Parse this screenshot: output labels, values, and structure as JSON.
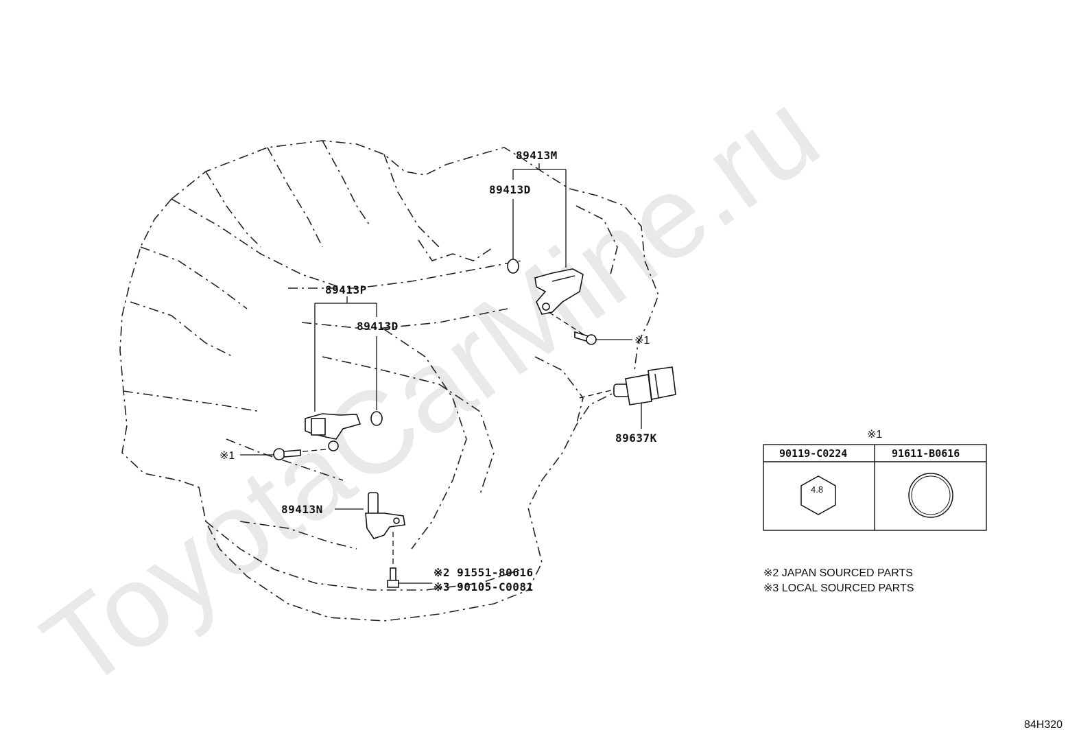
{
  "watermark": "ToyotaCarMine.ru",
  "diagram_code": "84H320",
  "callouts": {
    "p89413M": "89413M",
    "p89413D_top": "89413D",
    "p89413P": "89413P",
    "p89413D_mid": "89413D",
    "p89413N": "89413N",
    "p89637K": "89637K",
    "bolt_note_left": "※1",
    "bolt_note_right": "※1",
    "bolt_japan": "※2 91551-80616",
    "bolt_local": "※3 90105-C0081"
  },
  "reference_table": {
    "title": "※1",
    "columns": [
      {
        "part_number": "90119-C0224",
        "symbol": "hexagon",
        "value": "4.8"
      },
      {
        "part_number": "91611-B0616",
        "symbol": "circle",
        "value": ""
      }
    ]
  },
  "notes": [
    "※2 JAPAN SOURCED PARTS",
    "※3 LOCAL SOURCED PARTS"
  ]
}
